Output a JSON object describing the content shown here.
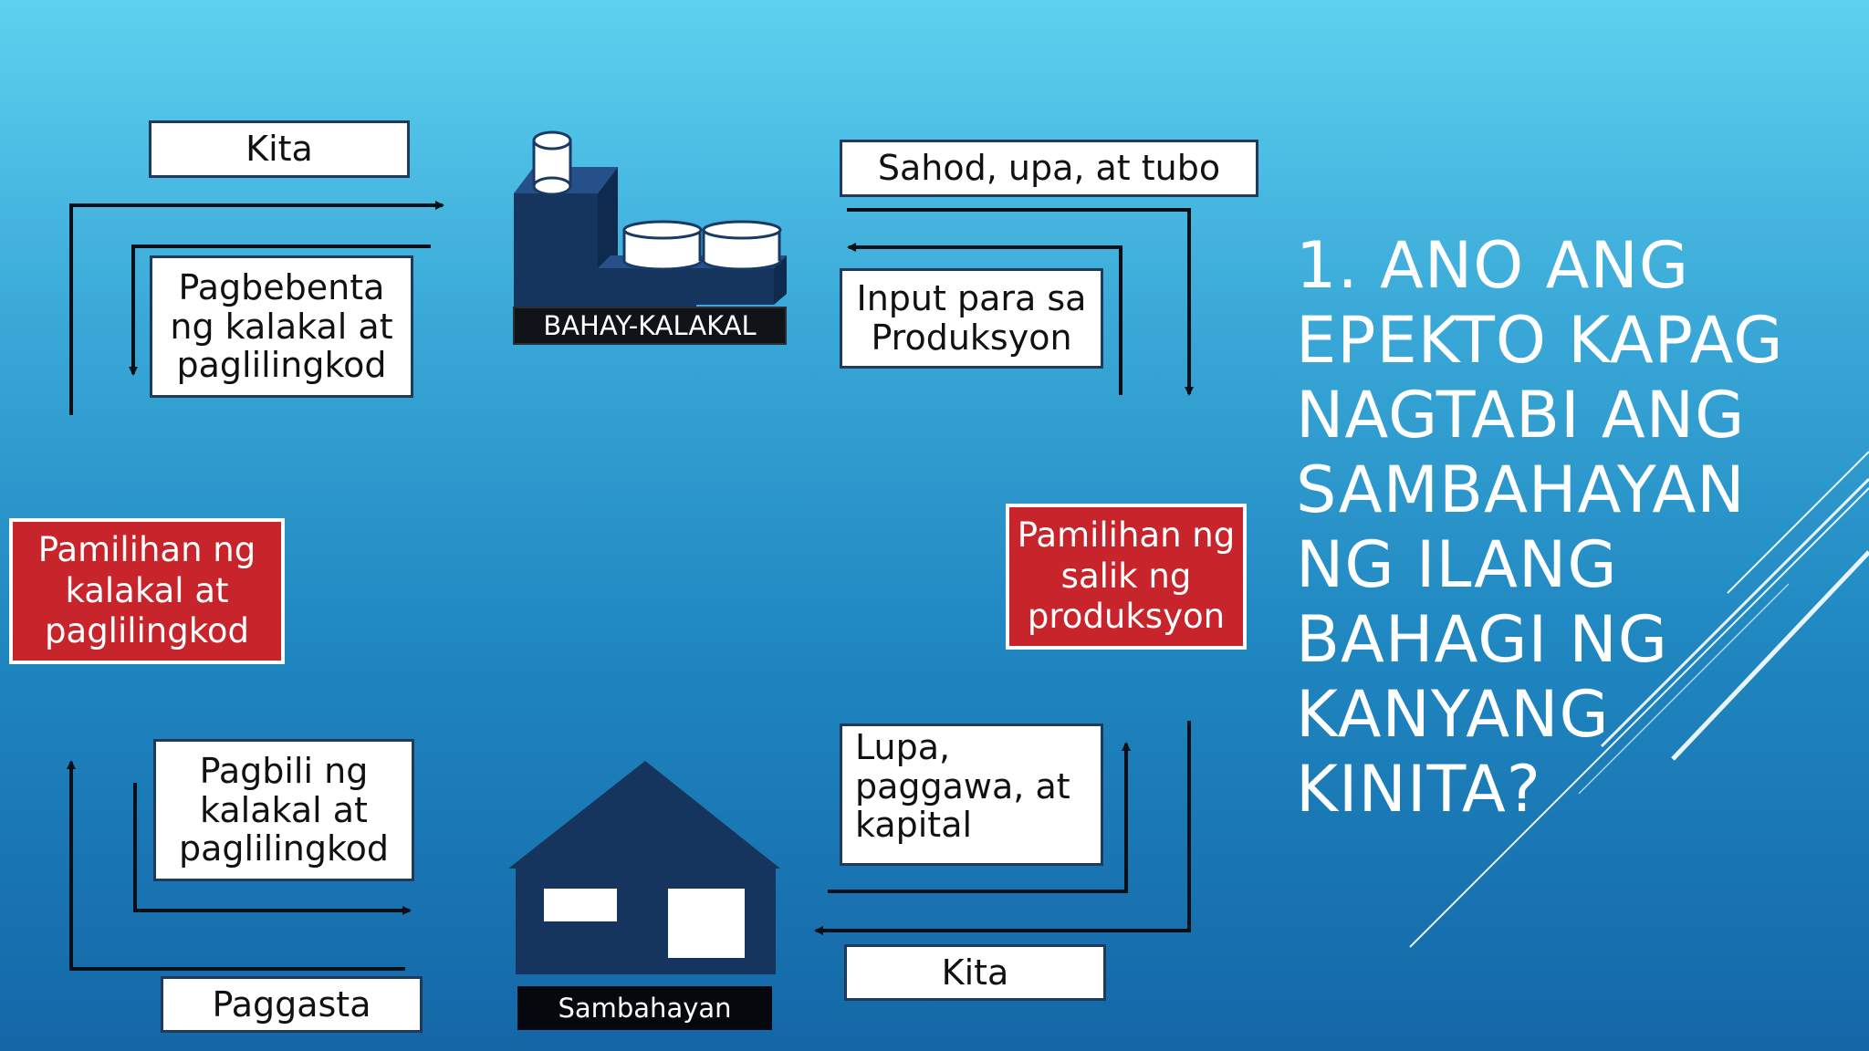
{
  "diagram": {
    "top_left": {
      "kita_label": "Kita",
      "pagbebenta_lines": [
        "Pagbebenta",
        "ng kalakal at",
        "paglilingkod"
      ]
    },
    "top_center": {
      "bahay_kalakal_label": "BAHAY-KALAKAL"
    },
    "top_right": {
      "sahod_label": "Sahod, upa, at tubo",
      "input_lines": [
        "Input para sa",
        "Produksyon"
      ]
    },
    "left_market": {
      "lines": [
        "Pamilihan ng",
        "kalakal at",
        "paglilingkod"
      ]
    },
    "right_market": {
      "lines": [
        "Pamilihan ng",
        "salik ng",
        "produksyon"
      ]
    },
    "bottom_left": {
      "pagbili_lines": [
        "Pagbili ng",
        "kalakal at",
        "paglilingkod"
      ],
      "paggasta_label": "Paggasta"
    },
    "bottom_center": {
      "sambahayan_label": "Sambahayan"
    },
    "bottom_right": {
      "lupa_lines": [
        "Lupa,",
        "paggawa, at",
        "kapital"
      ],
      "kita_label": "Kita"
    }
  },
  "question": {
    "lines": [
      "1. ANO ANG",
      "EPEKTO KAPAG",
      "NAGTABI ANG",
      "SAMBAHAYAN",
      "NG ILANG",
      "BAHAGI NG",
      "KANYANG",
      "KINITA?"
    ]
  },
  "colors": {
    "market_red": "#c8242b",
    "factory_blue": "#15355f",
    "arrow": "#0b0f17",
    "text_white": "#ffffff"
  }
}
